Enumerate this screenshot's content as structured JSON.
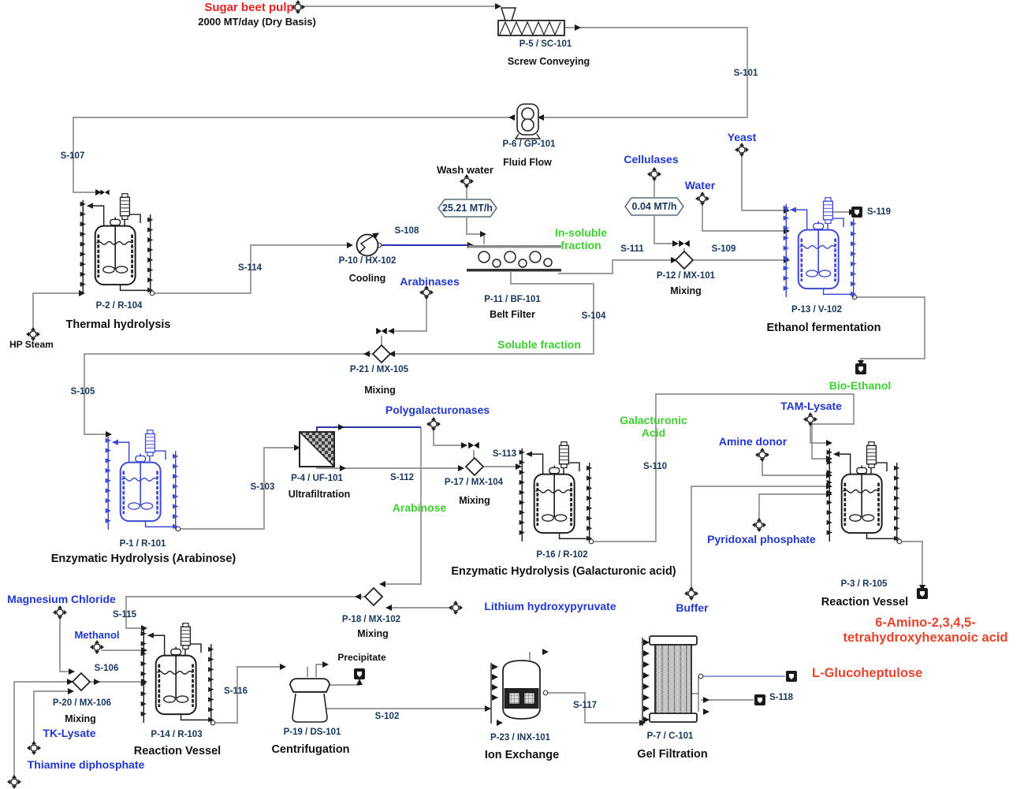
{
  "title": "Sugar beet pulp biorefinery process flowsheet",
  "colors": {
    "stream_line": "#8f8f8f",
    "blue_stream": "#2936ae",
    "equipment": "#1f1f1f",
    "blue_equipment": "#3d4bd0",
    "input_label": "#2038cf",
    "intermediate_label": "#3ccf2e",
    "feed_label": "#e42222",
    "product_label": "#e8442c",
    "tag_label": "#17365d"
  },
  "feed": {
    "name": "Sugar beet pulp",
    "rate": "2000 MT/day (Dry Basis)"
  },
  "inputs": {
    "wash_water": "Wash water",
    "wash_water_rate": "25.21 MT/h",
    "cellulases": "Cellulases",
    "cellulases_rate": "0.04 MT/h",
    "water": "Water",
    "yeast": "Yeast",
    "hp_steam": "HP Steam",
    "arabinases": "Arabinases",
    "polygalacturonases": "Polygalacturonases",
    "tam_lysate": "TAM-Lysate",
    "amine_donor": "Amine donor",
    "pyridoxal_phosphate": "Pyridoxal phosphate",
    "buffer": "Buffer",
    "lithium_hydroxypyruvate": "Lithium hydroxypyruvate",
    "magnesium_chloride": "Magnesium Chloride",
    "methanol": "Methanol",
    "tk_lysate": "TK-Lysate",
    "thiamine_diphosphate": "Thiamine diphosphate"
  },
  "intermediates": {
    "insoluble_fraction": "In-soluble fraction",
    "soluble_fraction": "Soluble fraction",
    "arabinose": "Arabinose",
    "galacturonic_acid": "Galacturonic Acid",
    "bio_ethanol": "Bio-Ethanol",
    "precipitate": "Precipitate"
  },
  "products": {
    "amino_acid": "6-Amino-2,3,4,5-tetrahydroxyhexanoic acid",
    "l_glucoheptulose": "L-Glucoheptulose"
  },
  "units": {
    "sc101": {
      "tag": "P-5 / SC-101",
      "name": "Screw Conveying"
    },
    "gp101": {
      "tag": "P-6 / GP-101",
      "name": "Fluid Flow"
    },
    "r104": {
      "tag": "P-2 / R-104",
      "name": "Thermal hydrolysis"
    },
    "hx102": {
      "tag": "P-10 / HX-102",
      "name": "Cooling"
    },
    "bf101": {
      "tag": "P-11 / BF-101",
      "name": "Belt Filter"
    },
    "mx101": {
      "tag": "P-12 / MX-101",
      "name": "Mixing"
    },
    "v102": {
      "tag": "P-13 / V-102",
      "name": "Ethanol fermentation"
    },
    "mx105": {
      "tag": "P-21 / MX-105",
      "name": "Mixing"
    },
    "r101": {
      "tag": "P-1 / R-101",
      "name": "Enzymatic Hydrolysis (Arabinose)"
    },
    "uf101": {
      "tag": "P-4 / UF-101",
      "name": "Ultrafiltration"
    },
    "mx104": {
      "tag": "P-17 / MX-104",
      "name": "Mixing"
    },
    "r102": {
      "tag": "P-16 / R-102",
      "name": "Enzymatic Hydrolysis (Galacturonic acid)"
    },
    "r105": {
      "tag": "P-3 / R-105",
      "name": "Reaction Vessel"
    },
    "mx102": {
      "tag": "P-18 / MX-102",
      "name": "Mixing"
    },
    "mx106": {
      "tag": "P-20 / MX-106",
      "name": "Mixing"
    },
    "r103": {
      "tag": "P-14 / R-103",
      "name": "Reaction Vessel"
    },
    "ds101": {
      "tag": "P-19 / DS-101",
      "name": "Centrifugation"
    },
    "inx101": {
      "tag": "P-23 / INX-101",
      "name": "Ion Exchange"
    },
    "c101": {
      "tag": "P-7 / C-101",
      "name": "Gel Filtration"
    }
  },
  "streams": {
    "s101": "S-101",
    "s102": "S-102",
    "s103": "S-103",
    "s104": "S-104",
    "s105": "S-105",
    "s106": "S-106",
    "s107": "S-107",
    "s108": "S-108",
    "s109": "S-109",
    "s110": "S-110",
    "s111": "S-111",
    "s112": "S-112",
    "s113": "S-113",
    "s114": "S-114",
    "s115": "S-115",
    "s116": "S-116",
    "s117": "S-117",
    "s118": "S-118",
    "s119": "S-119"
  }
}
